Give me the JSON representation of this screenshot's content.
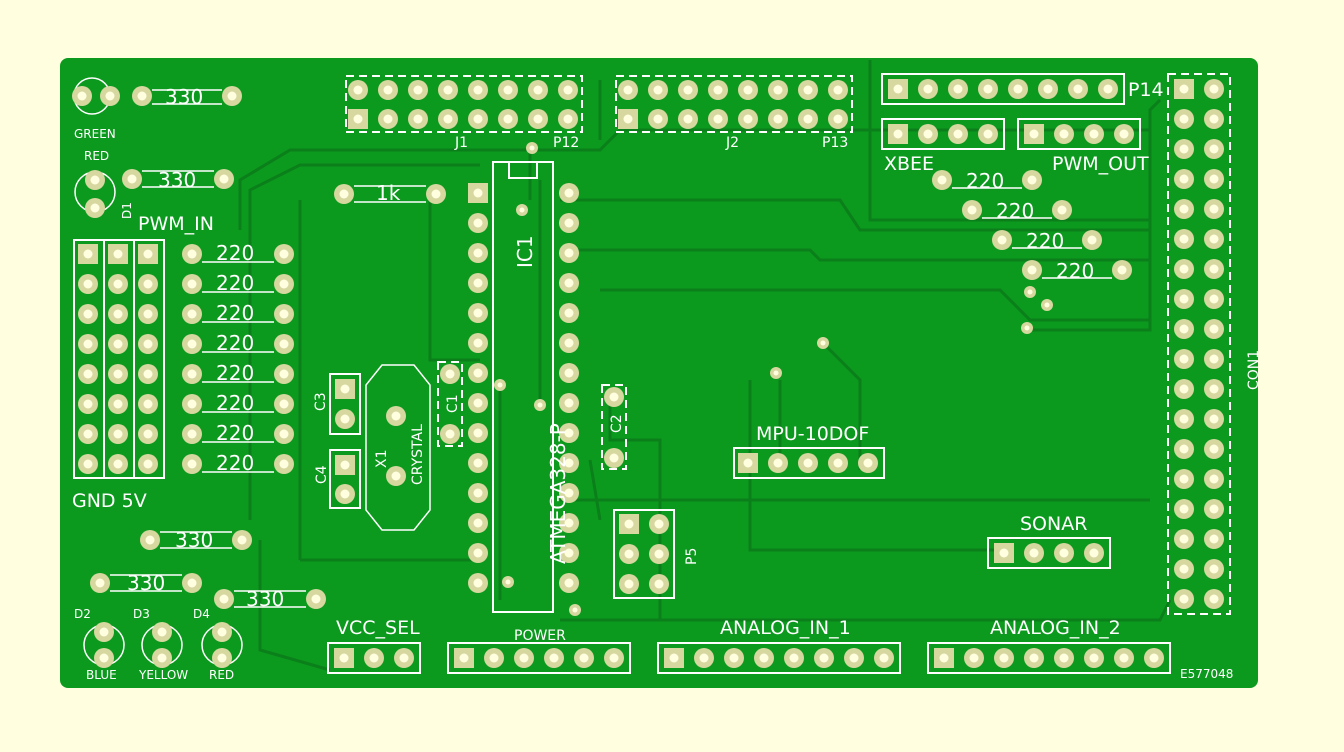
{
  "board": {
    "colors": {
      "background": "#ffffe0",
      "copper": "#0c9a1e",
      "copper_dark": "#0a7f1a",
      "silk": "#ffffff",
      "pad_ring": "#d7d7a0",
      "pad_hole": "#ffffe0"
    },
    "board_id": "E577048"
  },
  "leds": {
    "green": "GREEN",
    "red_top": "RED",
    "d1": "D1",
    "d2": "D2",
    "d3": "D3",
    "d4": "D4",
    "blue": "BLUE",
    "yellow": "YELLOW",
    "red_bottom": "RED"
  },
  "resistors": {
    "r330_a": "330",
    "r330_b": "330",
    "r1k": "1k",
    "r220": [
      "220",
      "220",
      "220",
      "220",
      "220",
      "220",
      "220",
      "220"
    ],
    "r330_c": "330",
    "r330_d": "330",
    "r330_e": "330",
    "r220_right": [
      "220",
      "220",
      "220",
      "220"
    ]
  },
  "headers": {
    "j1": "J1",
    "p12": "P12",
    "j2": "J2",
    "p13": "P13",
    "p14": "P14",
    "xbee": "XBEE",
    "pwm_out": "PWM_OUT",
    "pwm_in": "PWM_IN",
    "gnd_5v": "GND 5V",
    "con1": "CON1",
    "p5": "P5",
    "vcc_sel": "VCC_SEL",
    "power": "POWER",
    "analog_in_1": "ANALOG_IN_1",
    "analog_in_2": "ANALOG_IN_2",
    "mpu": "MPU-10DOF",
    "sonar": "SONAR"
  },
  "components": {
    "ic1": "IC1",
    "atmega": "ATMEGA328-P",
    "c1": "C1",
    "c2": "C2",
    "c3": "C3",
    "c4": "C4",
    "x1": "X1",
    "crystal": "CRYSTAL"
  }
}
